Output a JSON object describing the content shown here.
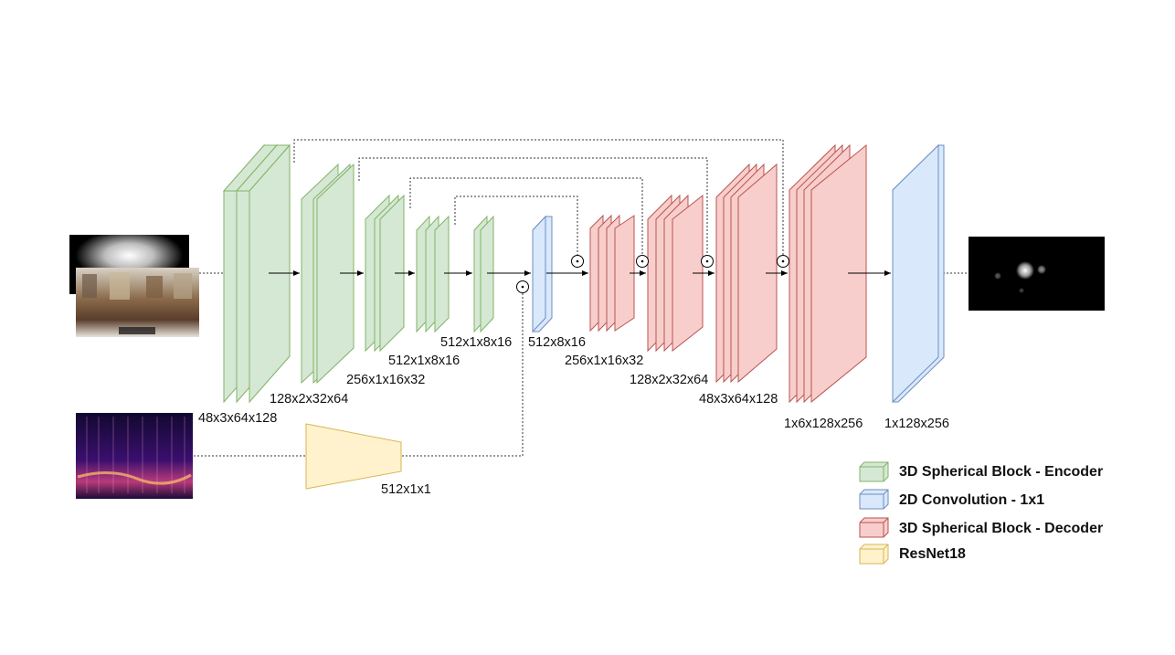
{
  "diagram": {
    "input_labels": {
      "encoder1": "48x3x64x128",
      "encoder2": "128x2x32x64",
      "encoder3": "256x1x16x32",
      "encoder4": "512x1x8x16",
      "encoder5": "512x1x8x16",
      "conv_mid": "512x8x16",
      "decoder1": "256x1x16x32",
      "decoder2": "128x2x32x64",
      "decoder3": "48x3x64x128",
      "decoder4": "1x6x128x256",
      "conv_out": "1x128x256",
      "resnet": "512x1x1"
    },
    "merge_symbol": "⊙"
  },
  "legend": [
    {
      "label": "3D Spherical Block - Encoder",
      "color": "#d5e8d4",
      "stroke": "#82b366"
    },
    {
      "label": "2D Convolution - 1x1",
      "color": "#dae8fc",
      "stroke": "#6c8ebf"
    },
    {
      "label": "3D Spherical Block - Decoder",
      "color": "#f8cecc",
      "stroke": "#b85450"
    },
    {
      "label": "ResNet18",
      "color": "#fff2cc",
      "stroke": "#d6b656"
    }
  ]
}
